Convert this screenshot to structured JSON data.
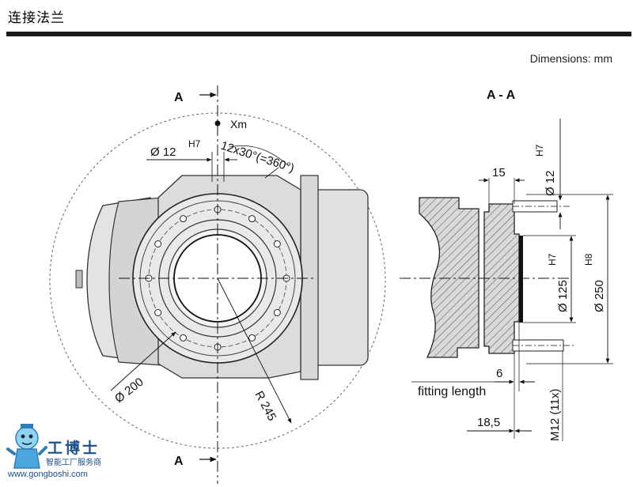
{
  "page": {
    "title": "连接法兰",
    "units_note": "Dimensions: mm"
  },
  "front_view": {
    "section_marker_top": "A",
    "section_marker_bottom": "A",
    "axis_label": "Xm",
    "hole_diameter_label": "Ø 12",
    "hole_tolerance": "H7",
    "hole_pattern_label": "12x30°(=360°)",
    "pcd_label": "Ø 200",
    "radius_label": "R 245"
  },
  "section_view": {
    "title": "A - A",
    "dim_15": "15",
    "dim_dowel": "Ø 12",
    "dim_dowel_tol": "H7",
    "dim_bore": "Ø 125",
    "dim_bore_tol": "H7",
    "dim_flange": "Ø 250",
    "dim_flange_tol": "H8",
    "dim_6": "6",
    "fitting_length": "fitting length",
    "thread_label": "M12 (11x)",
    "dim_18_5": "18,5"
  },
  "watermark": {
    "name": "工博士",
    "subtitle": "智能工厂服务商",
    "url": "www.gongboshi.com"
  }
}
